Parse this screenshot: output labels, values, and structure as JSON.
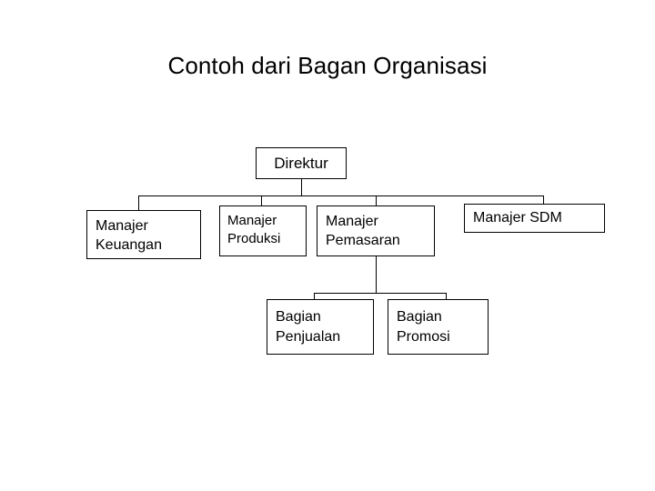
{
  "slide": {
    "title": "Contoh dari Bagan Organisasi",
    "background_color": "#ffffff",
    "line_color": "#000000",
    "box_fill_color": "#ffffff",
    "text_color": "#000000"
  },
  "org_chart": {
    "levels": [
      {
        "level": 1,
        "nodes": [
          {
            "id": "direktur",
            "label": "Direktur"
          }
        ]
      },
      {
        "level": 2,
        "nodes": [
          {
            "id": "manajer-keuangan",
            "label": "Manajer\nKeuangan"
          },
          {
            "id": "manajer-produksi",
            "label": "Manajer\nProduksi"
          },
          {
            "id": "manajer-pemasaran",
            "label": "Manajer\nPemasaran"
          },
          {
            "id": "manajer-sdm",
            "label": "Manajer SDM"
          }
        ]
      },
      {
        "level": 3,
        "nodes": [
          {
            "id": "bagian-penjualan",
            "label": "Bagian\nPenjualan"
          },
          {
            "id": "bagian-promosi",
            "label": "Bagian\nPromosi"
          }
        ]
      }
    ],
    "connections": [
      {
        "from": "direktur",
        "to": "manajer-keuangan"
      },
      {
        "from": "direktur",
        "to": "manajer-produksi"
      },
      {
        "from": "direktur",
        "to": "manajer-pemasaran"
      },
      {
        "from": "direktur",
        "to": "manajer-sdm"
      },
      {
        "from": "manajer-pemasaran",
        "to": "bagian-penjualan"
      },
      {
        "from": "manajer-pemasaran",
        "to": "bagian-promosi"
      }
    ]
  }
}
